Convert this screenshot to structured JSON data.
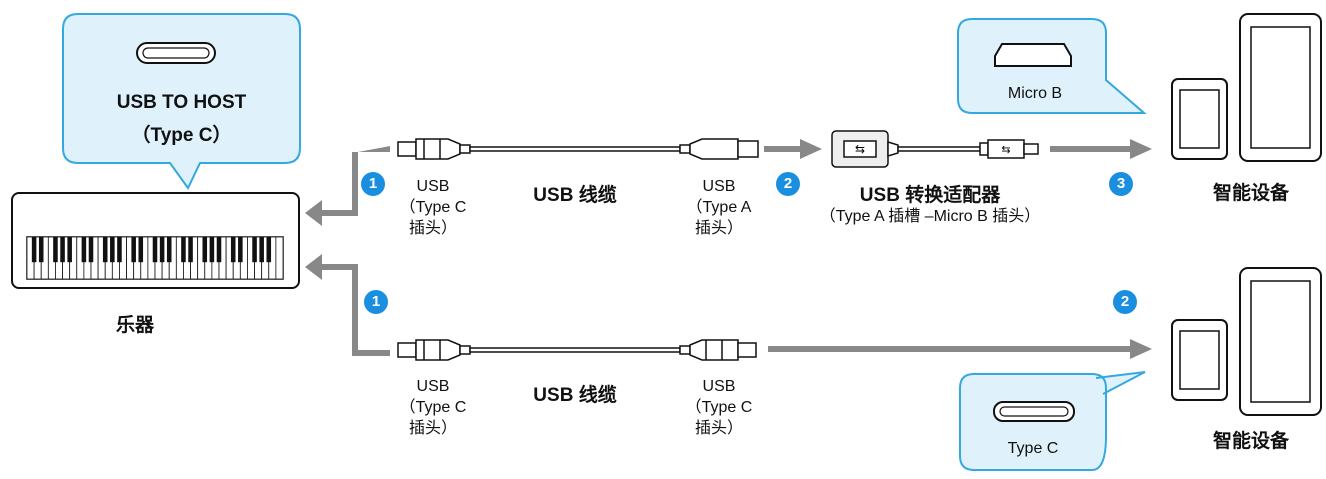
{
  "instrument": {
    "label": "乐器",
    "port_name": "USB TO HOST",
    "port_type": "（Type C）"
  },
  "top_route": {
    "step1": "1",
    "step2": "2",
    "step3": "3",
    "cable_label": "USB 线缆",
    "left_plug": [
      "USB",
      "（Type C",
      "插头）"
    ],
    "right_plug": [
      "USB",
      "（Type A",
      "插头）"
    ],
    "adapter_title": "USB 转换适配器",
    "adapter_sub": "（Type A 插槽 –Micro B 插头）",
    "device_port_label": "Micro B",
    "device_label": "智能设备"
  },
  "bottom_route": {
    "step1": "1",
    "step2": "2",
    "cable_label": "USB 线缆",
    "left_plug": [
      "USB",
      "（Type C",
      "插头）"
    ],
    "right_plug": [
      "USB",
      "（Type C",
      "插头）"
    ],
    "device_port_label": "Type C",
    "device_label": "智能设备"
  },
  "colors": {
    "callout_fill": "#dff2fb",
    "callout_stroke": "#35a8e0",
    "step_badge": "#1a8fe0",
    "arrow": "#888888"
  }
}
